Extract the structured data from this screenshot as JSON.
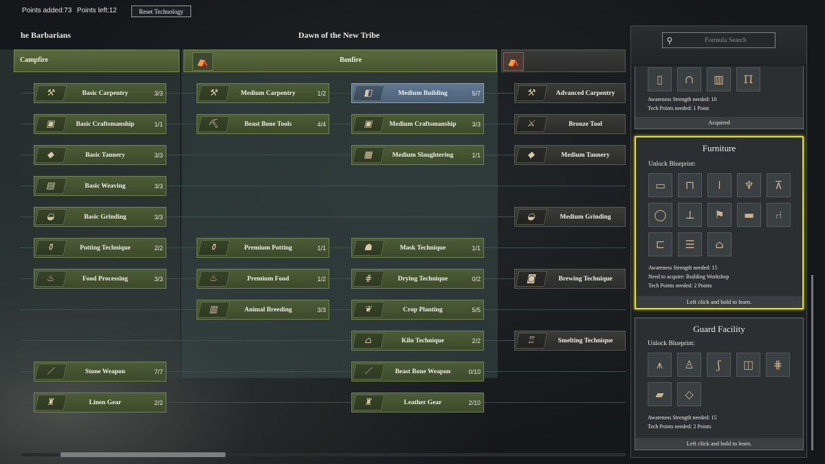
{
  "header": {
    "points_added": "Points added:73",
    "points_left": "Points left:12",
    "reset_label": "Reset Technology"
  },
  "eras": {
    "left_title": "he Barbarians",
    "center_title": "Dawn of the New Tribe",
    "left_band": "Campfire",
    "center_band": "Bonfire"
  },
  "nodes": [
    {
      "name": "Basic Carpentry",
      "count": "3/3"
    },
    {
      "name": "Basic Craftsmanship",
      "count": "1/1"
    },
    {
      "name": "Basic Tannery",
      "count": "3/3"
    },
    {
      "name": "Basic Weaving",
      "count": "3/3"
    },
    {
      "name": "Basic Grinding",
      "count": "3/3"
    },
    {
      "name": "Potting Technique",
      "count": "2/2"
    },
    {
      "name": "Food Processing",
      "count": "3/3"
    },
    {
      "name": "Stone Weapon",
      "count": "7/7"
    },
    {
      "name": "Linen Gear",
      "count": "2/2"
    },
    {
      "name": "Medium Carpentry",
      "count": "1/2"
    },
    {
      "name": "Beast Bone Tools",
      "count": "4/4"
    },
    {
      "name": "Premium Potting",
      "count": "1/1"
    },
    {
      "name": "Premium Food",
      "count": "1/2"
    },
    {
      "name": "Animal Breeding",
      "count": "3/3"
    },
    {
      "name": "Medium Building",
      "count": "5/7"
    },
    {
      "name": "Medium Craftsmanship",
      "count": "3/3"
    },
    {
      "name": "Medium Slaughtering",
      "count": "1/1"
    },
    {
      "name": "Mask Technique",
      "count": "1/1"
    },
    {
      "name": "Drying Technique",
      "count": "0/2"
    },
    {
      "name": "Crop Planting",
      "count": "5/5"
    },
    {
      "name": "Kiln Technique",
      "count": "2/2"
    },
    {
      "name": "Beast Bone Weapon",
      "count": "0/10"
    },
    {
      "name": "Leather Gear",
      "count": "2/10"
    },
    {
      "name": "Advanced Carpentry",
      "count": ""
    },
    {
      "name": "Bronze Tool",
      "count": ""
    },
    {
      "name": "Medium Tannery",
      "count": ""
    },
    {
      "name": "Medium Grinding",
      "count": ""
    },
    {
      "name": "Brewing Technique",
      "count": ""
    },
    {
      "name": "Smelting Technique",
      "count": ""
    }
  ],
  "sidebar": {
    "search_placeholder": "Formula Search",
    "prev_card": {
      "awareness": "Awareness Strength needed: 10",
      "tech_points": "Tech Points needed: 1 Point",
      "status": "Acquired"
    },
    "furniture": {
      "title": "Furniture",
      "unlock": "Unlock Blueprint:",
      "awareness": "Awareness Strength needed: 15",
      "need": "Need to acquire: Building Workshop",
      "tech_points": "Tech Points needed: 2 Points",
      "hint": "Left click and hold to learn."
    },
    "guard": {
      "title": "Guard Facility",
      "unlock": "Unlock Blueprint:",
      "awareness": "Awareness Strength needed: 15",
      "tech_points": "Tech Points needed: 2 Points",
      "hint": "Left click and hold to learn."
    }
  },
  "icons": [
    "search-icon",
    "campfire-icon",
    "bonfire-icon"
  ],
  "colors": {
    "node_green": "#4c5c36",
    "node_blue": "#5f7891",
    "highlight": "#e4e02a"
  }
}
